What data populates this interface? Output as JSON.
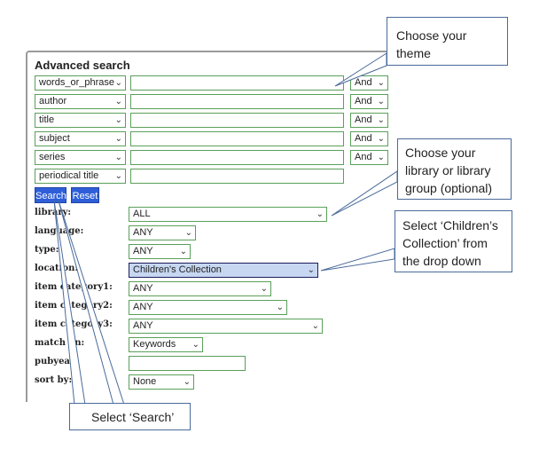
{
  "title": "Advanced search",
  "search_rows": [
    {
      "field": "words_or_phrase",
      "bool": "And"
    },
    {
      "field": "author",
      "bool": "And"
    },
    {
      "field": "title",
      "bool": "And"
    },
    {
      "field": "subject",
      "bool": "And"
    },
    {
      "field": "series",
      "bool": "And"
    },
    {
      "field": "periodical title",
      "bool": ""
    }
  ],
  "buttons": {
    "search": "Search",
    "reset": "Reset"
  },
  "filters": {
    "library": {
      "label": "library:",
      "value": "ALL"
    },
    "language": {
      "label": "language:",
      "value": "ANY"
    },
    "type": {
      "label": "type:",
      "value": "ANY"
    },
    "location": {
      "label": "location:",
      "value": "Children's Collection"
    },
    "item_category1": {
      "label": "item category1:",
      "value": "ANY"
    },
    "item_category2": {
      "label": "item category2:",
      "value": "ANY"
    },
    "item_category3": {
      "label": "item category3:",
      "value": "ANY"
    },
    "match_on": {
      "label": "match on:",
      "value": "Keywords"
    },
    "pubyear": {
      "label": "pubyear:",
      "value": ""
    },
    "sort_by": {
      "label": "sort by:",
      "value": "None"
    }
  },
  "callouts": {
    "theme": "Choose your theme",
    "library": "Choose your library or library group (optional)",
    "childrens": "Select ‘Children’s Collection’ from the drop down",
    "search": "Select ‘Search’"
  },
  "icons": {
    "dropdown": "chevron-down-icon"
  },
  "colors": {
    "field_border": "#5aa05a",
    "button_bg": "#2f5fd8",
    "highlight_bg": "#c7d7f2"
  }
}
